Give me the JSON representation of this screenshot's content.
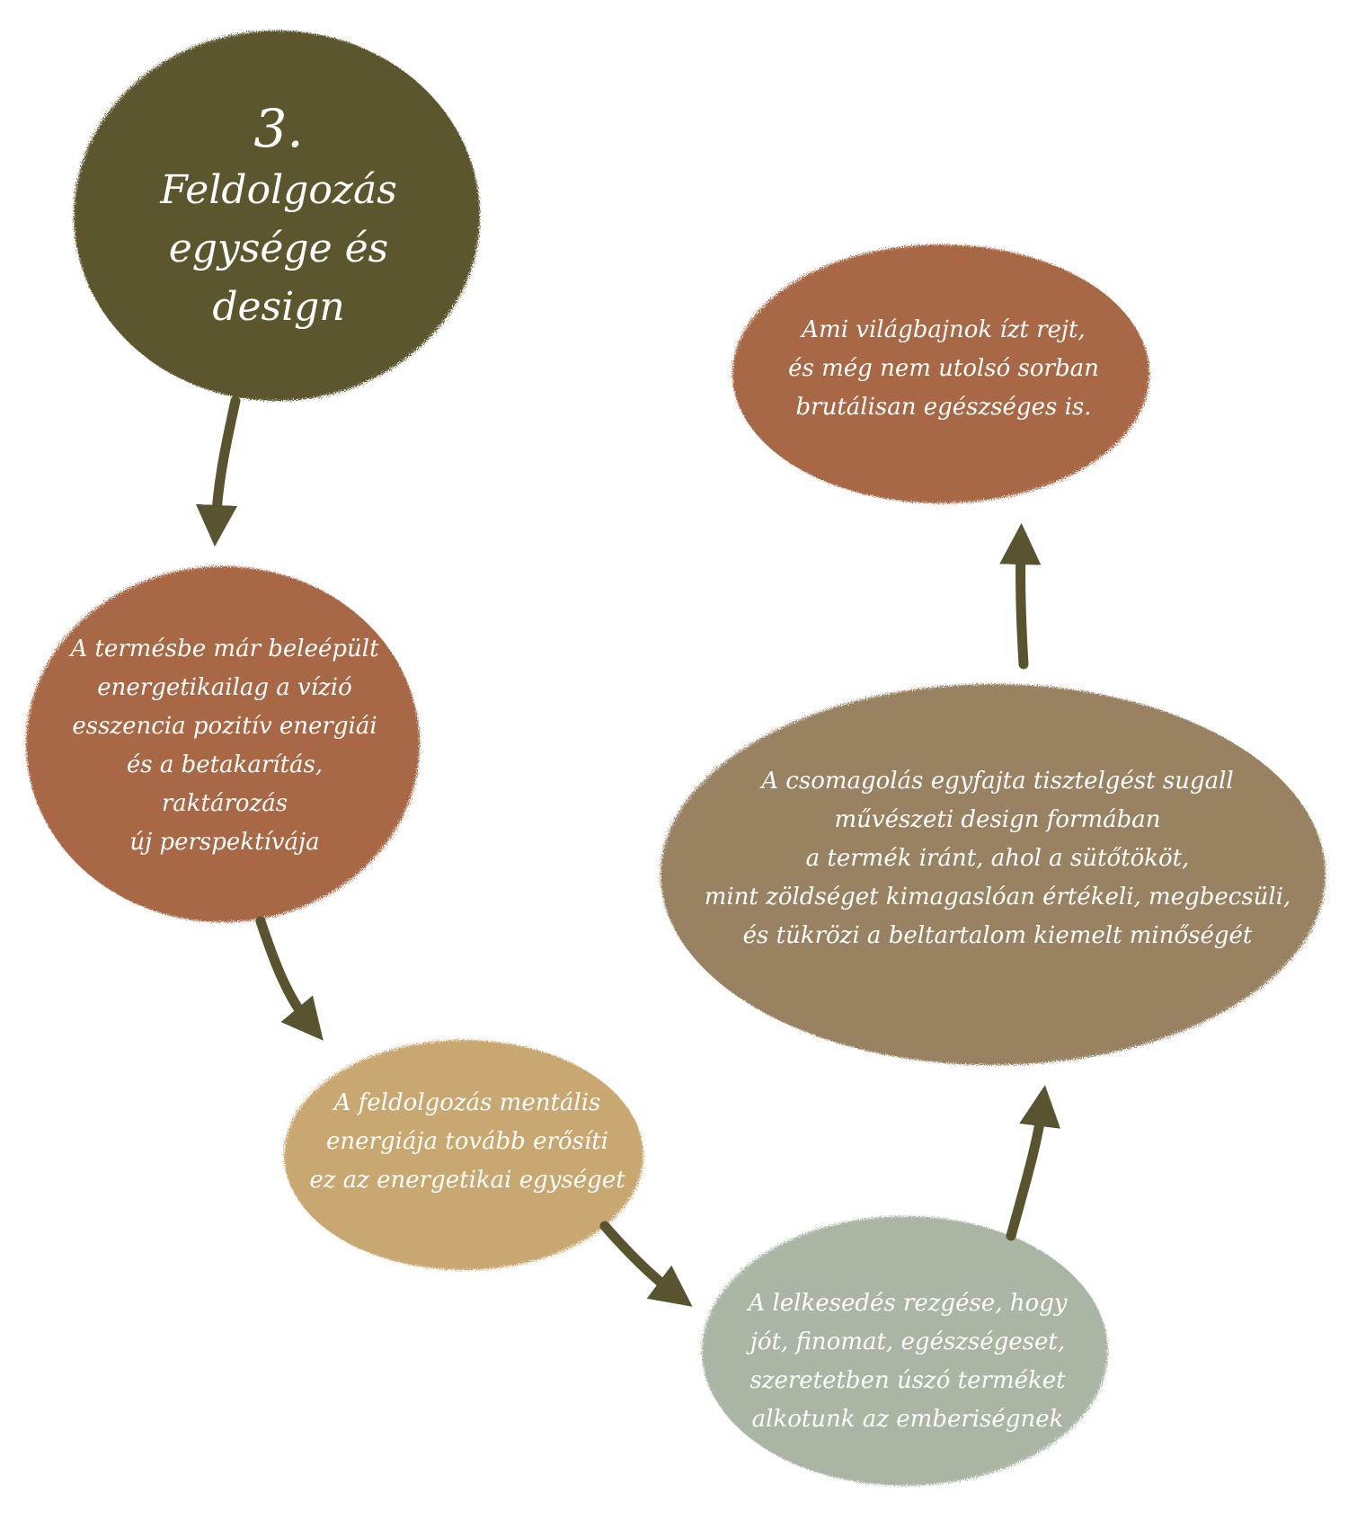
{
  "colors": {
    "olive": "#5c572e",
    "orange": "#a86745",
    "tan": "#c9a770",
    "sage": "#aab5a4",
    "brown": "#998262",
    "arrow": "#58542f"
  },
  "title": {
    "number": "3.",
    "lines": [
      "Feldolgozás",
      "egysége és",
      "design"
    ]
  },
  "nodes": [
    {
      "id": "harvest",
      "lines": [
        "A termésbe már beleépült",
        "energetikailag a vízió",
        "esszencia pozitív energiái",
        "és a betakarítás,",
        "raktározás",
        "új perspektívája"
      ]
    },
    {
      "id": "processing",
      "lines": [
        "A feldolgozás mentális",
        "energiája tovább erősíti",
        "ez az energetikai egységet"
      ]
    },
    {
      "id": "enthusiasm",
      "lines": [
        "A lelkesedés rezgése, hogy",
        "jót, finomat, egészségeset,",
        "szeretetben úszó terméket",
        "alkotunk az emberiségnek"
      ]
    },
    {
      "id": "packaging",
      "lines": [
        "A csomagolás egyfajta tisztelgést sugall",
        "művészeti design formában",
        "a termék iránt, ahol a sütőtököt,",
        "mint zöldséget kimagaslóan értékeli, megbecsüli,",
        "és tükrözi a beltartalom kiemelt minőségét"
      ]
    },
    {
      "id": "result",
      "lines": [
        "Ami világbajnok ízt rejt,",
        "és még nem utolsó sorban",
        "brutálisan egészséges is."
      ]
    }
  ]
}
